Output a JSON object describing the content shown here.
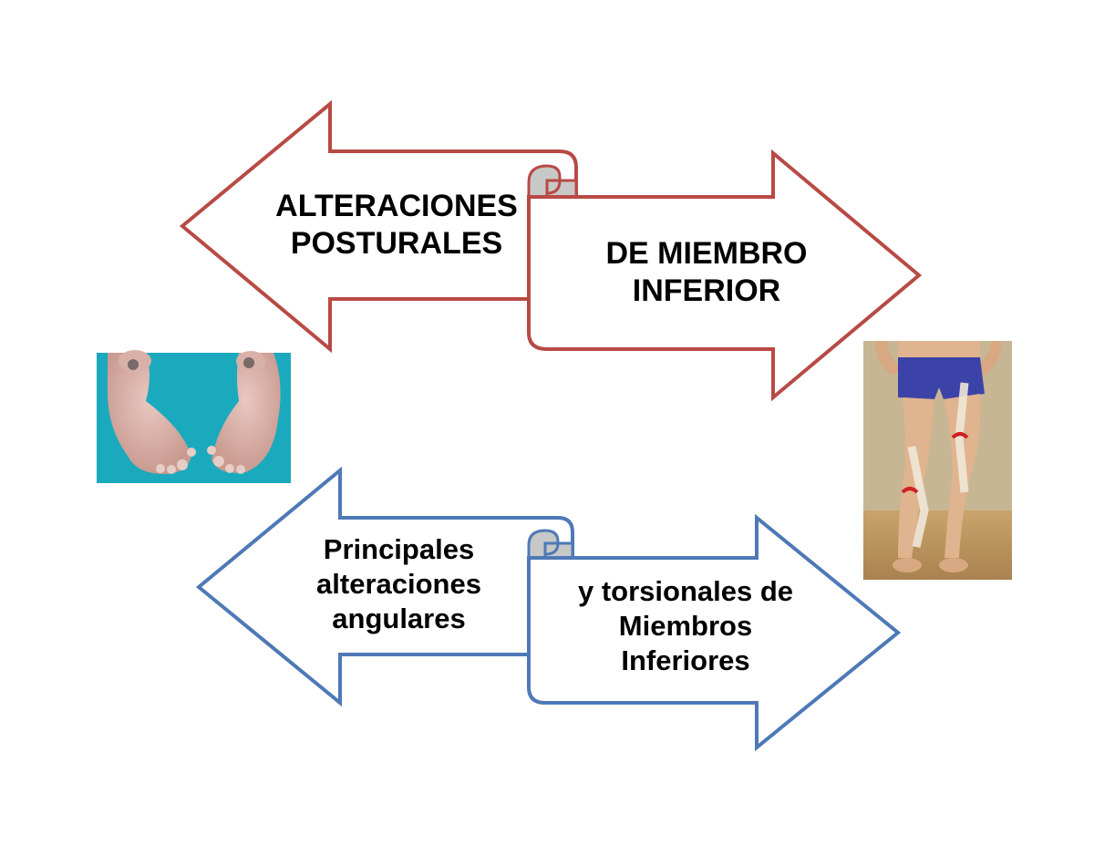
{
  "colors": {
    "top_arrow_stroke": "#b84a45",
    "bottom_arrow_stroke": "#4e79b7",
    "fold_fill": "#c8c8c8",
    "photo_background": "#1fb0c2"
  },
  "top_arrow": {
    "left_text": {
      "line1": "ALTERACIONES",
      "line2": "POSTURALES"
    },
    "right_text": {
      "line1": "DE MIEMBRO",
      "line2": "INFERIOR"
    }
  },
  "bottom_arrow": {
    "left_text": {
      "line1": "Principales",
      "line2": "alteraciones",
      "line3": "angulares"
    },
    "right_text": {
      "line1": "y torsionales de",
      "line2": "Miembros",
      "line3": "Inferiores"
    }
  },
  "images": {
    "left": "feet-photo",
    "right": "child-legs-photo"
  }
}
